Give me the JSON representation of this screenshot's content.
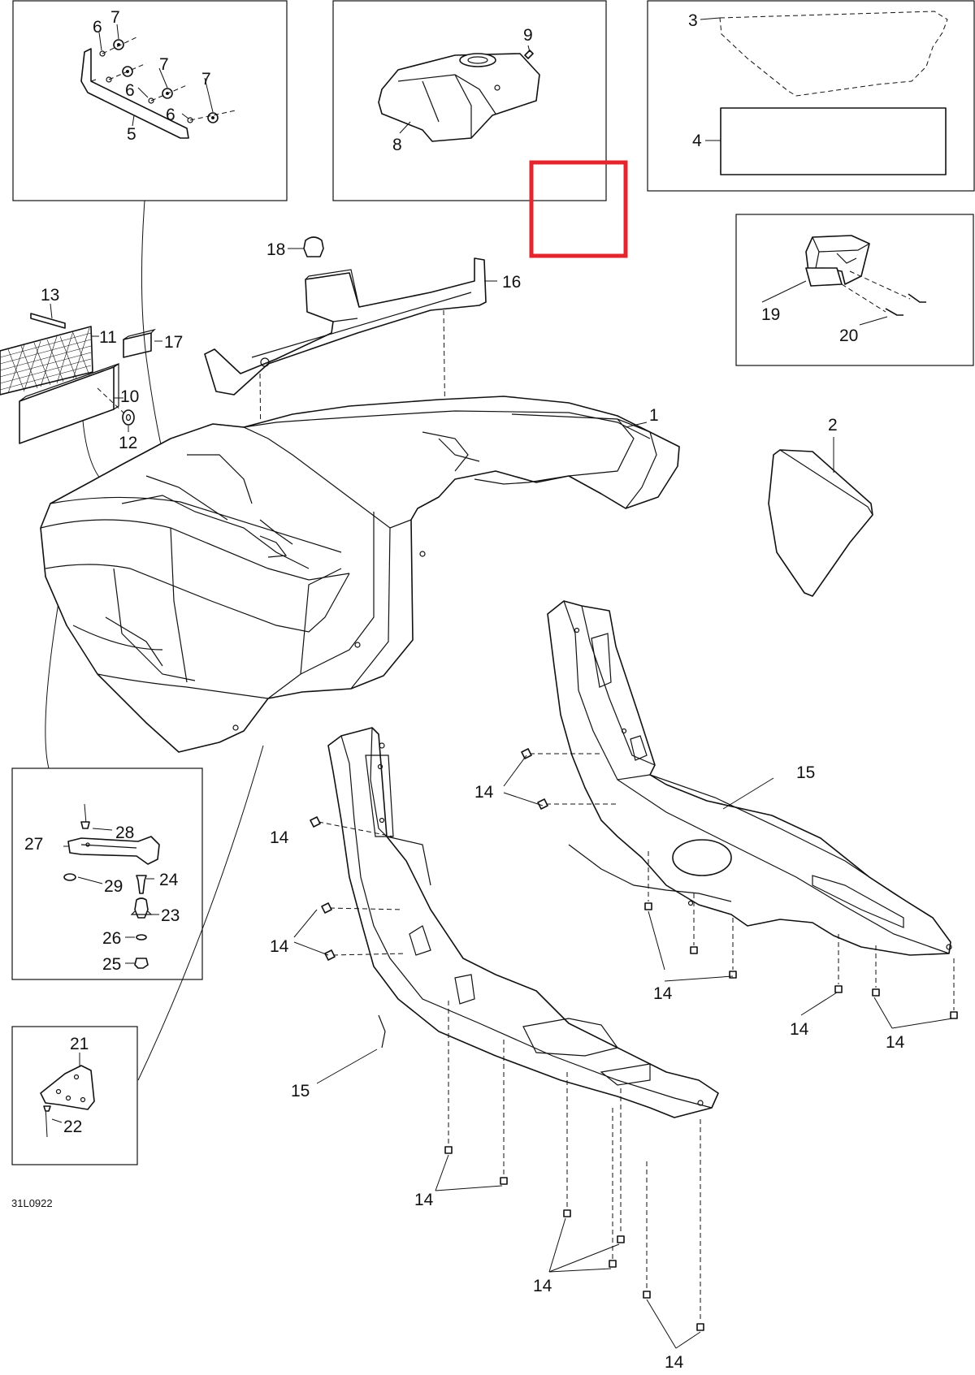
{
  "diagram_code": "31L0922",
  "highlight_color": "#e3262e",
  "callouts": [
    "1",
    "2",
    "3",
    "4",
    "5",
    "6",
    "7",
    "8",
    "9",
    "10",
    "11",
    "12",
    "13",
    "14",
    "15",
    "16",
    "17",
    "18",
    "19",
    "20",
    "21",
    "22",
    "23",
    "24",
    "25",
    "26",
    "27",
    "28",
    "29"
  ]
}
